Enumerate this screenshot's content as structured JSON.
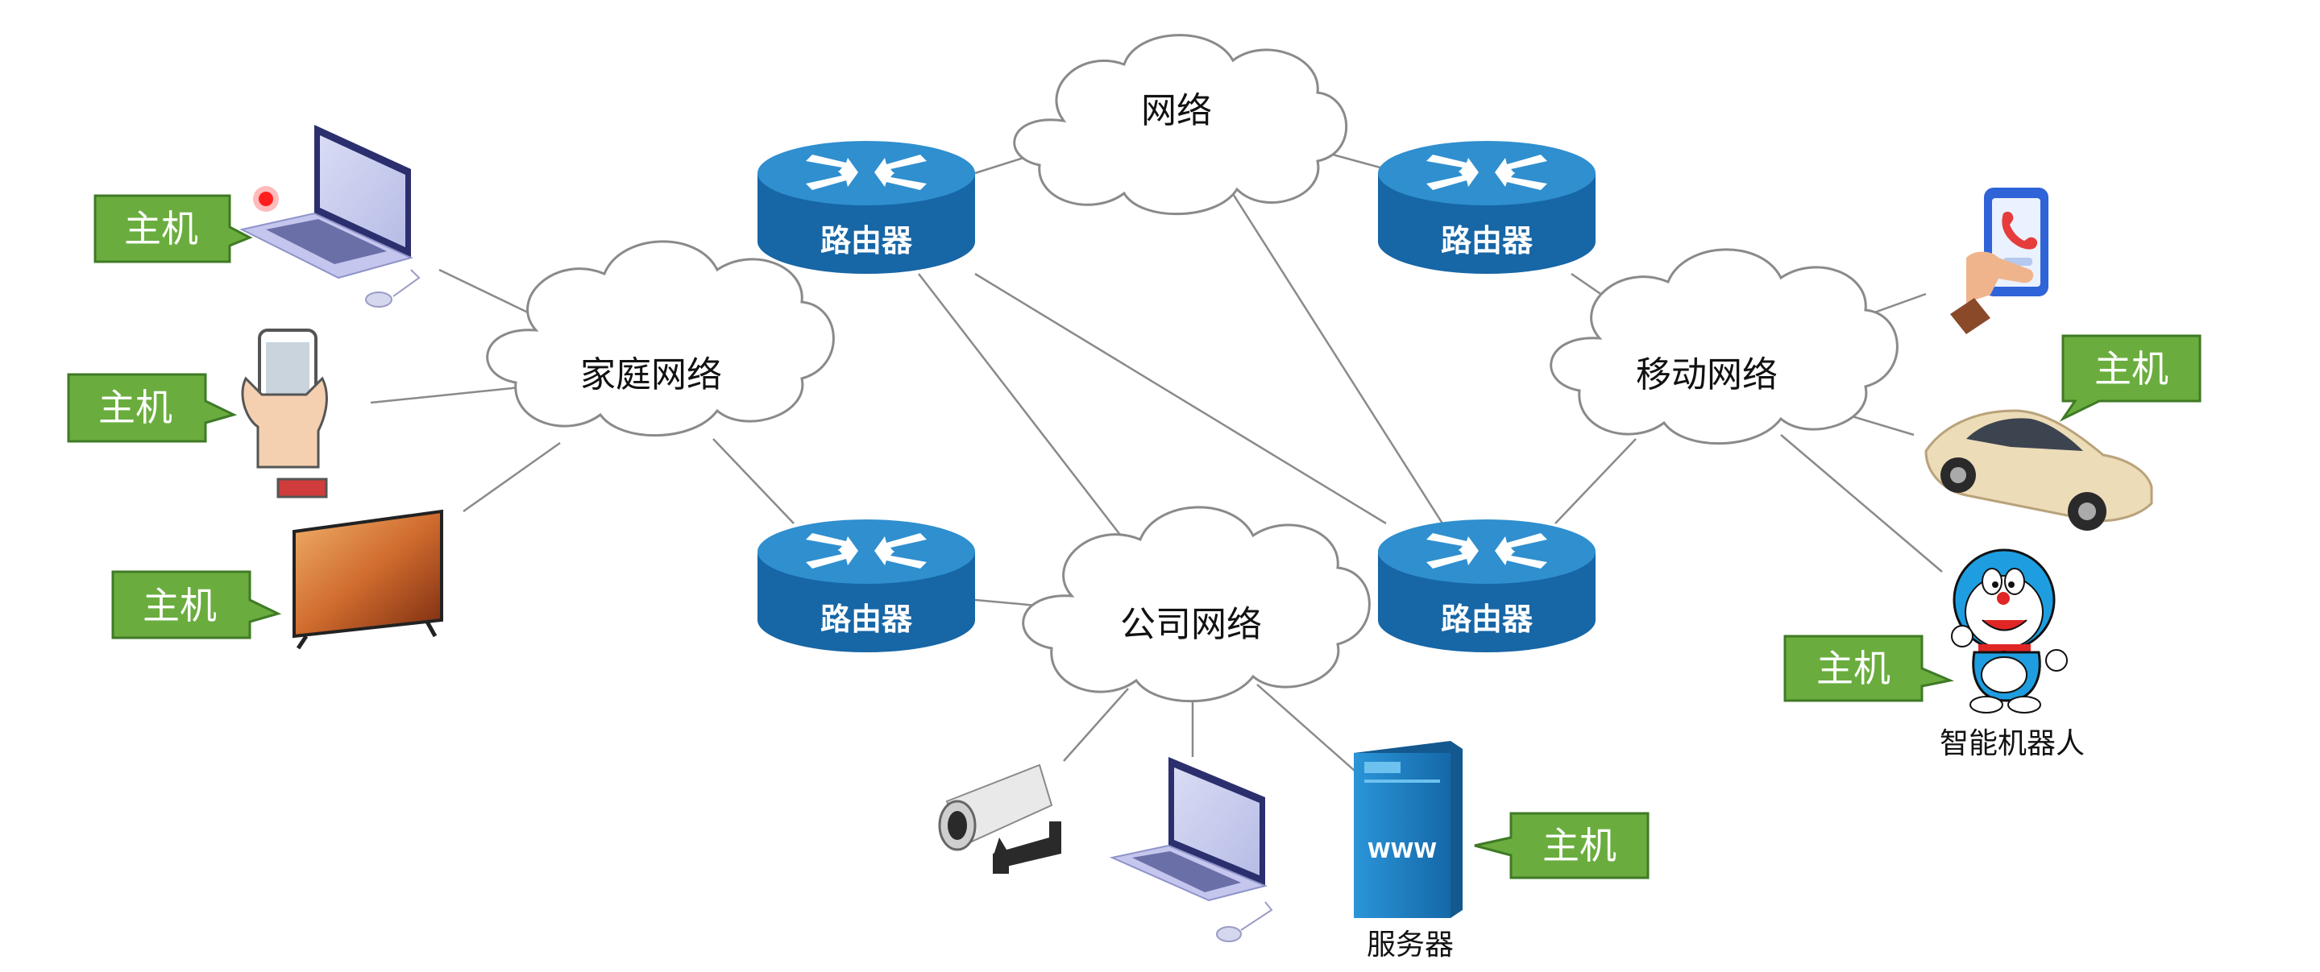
{
  "colors": {
    "router_blue": "#1766a6",
    "router_top": "#2f8fcf",
    "callout_green": "#6aad3e",
    "callout_border": "#3f7a25",
    "line_gray": "#8a8a8a",
    "server_blue": "#1e83c6"
  },
  "clouds": {
    "internet": "网络",
    "home": "家庭网络",
    "company": "公司网络",
    "mobile": "移动网络"
  },
  "routers": {
    "top_left": "路由器",
    "top_right": "路由器",
    "bottom_left": "路由器",
    "bottom_right": "路由器"
  },
  "callouts": {
    "laptop_home": "主机",
    "phone_home": "主机",
    "tv_home": "主机",
    "car_mobile": "主机",
    "robot_mobile": "主机",
    "server_company": "主机"
  },
  "labels": {
    "robot": "智能机器人",
    "server": "服务器",
    "server_tag": "WWW"
  },
  "icons": [
    "laptop-icon",
    "smartphone-icon",
    "tv-icon",
    "phone-call-icon",
    "car-icon",
    "robot-icon",
    "camera-icon",
    "server-icon",
    "router-icon",
    "cloud-icon"
  ]
}
